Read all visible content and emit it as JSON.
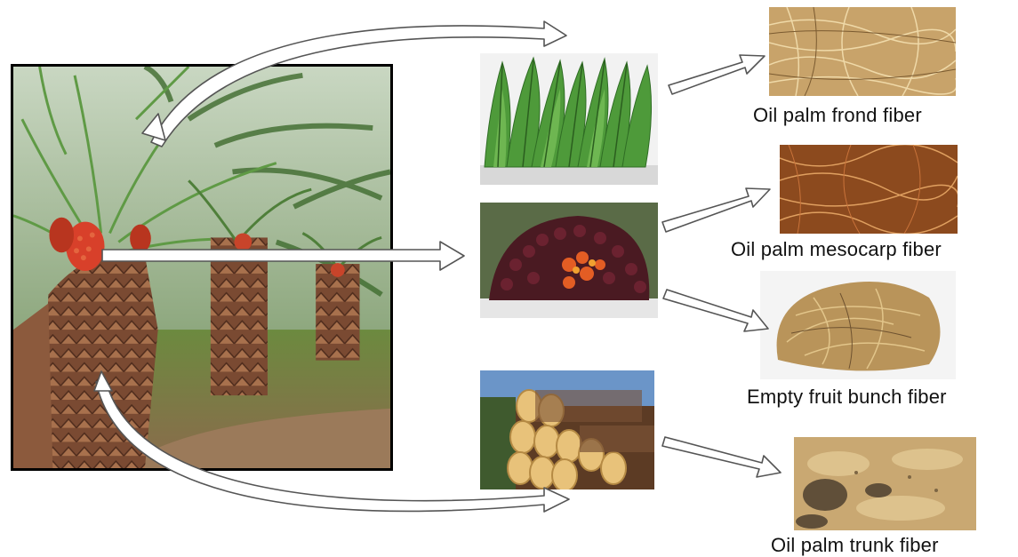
{
  "captions": {
    "frond": "Oil palm frond fiber",
    "mesocarp": "Oil palm mesocarp fiber",
    "efb": "Empty fruit bunch fiber",
    "trunk": "Oil palm trunk fiber"
  },
  "colors": {
    "arrow_fill": "#ffffff",
    "arrow_stroke": "#555555",
    "frame": "#000000"
  }
}
